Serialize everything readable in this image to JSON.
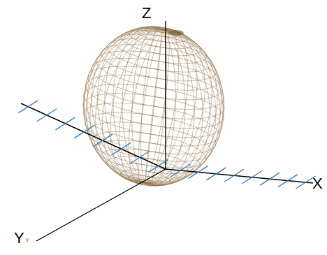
{
  "diagram": {
    "labels": [
      "Z",
      "Y",
      "X",
      "Y"
    ]
  }
}
